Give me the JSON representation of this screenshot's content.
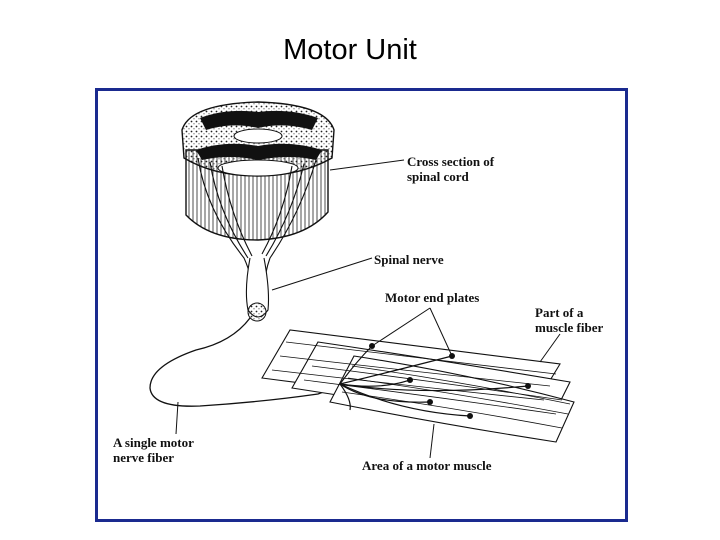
{
  "slide": {
    "title": "Motor Unit"
  },
  "diagram": {
    "labels": {
      "cross_section_line1": "Cross section of",
      "cross_section_line2": "spinal cord",
      "spinal_nerve": "Spinal nerve",
      "motor_end_plates": "Motor end plates",
      "muscle_fiber_line1": "Part of a",
      "muscle_fiber_line2": "muscle fiber",
      "nerve_fiber_line1": "A single motor",
      "nerve_fiber_line2": "nerve fiber",
      "motor_muscle": "Area of a motor muscle"
    }
  },
  "colors": {
    "frame_border": "#1a2a8f",
    "ink": "#111111"
  }
}
